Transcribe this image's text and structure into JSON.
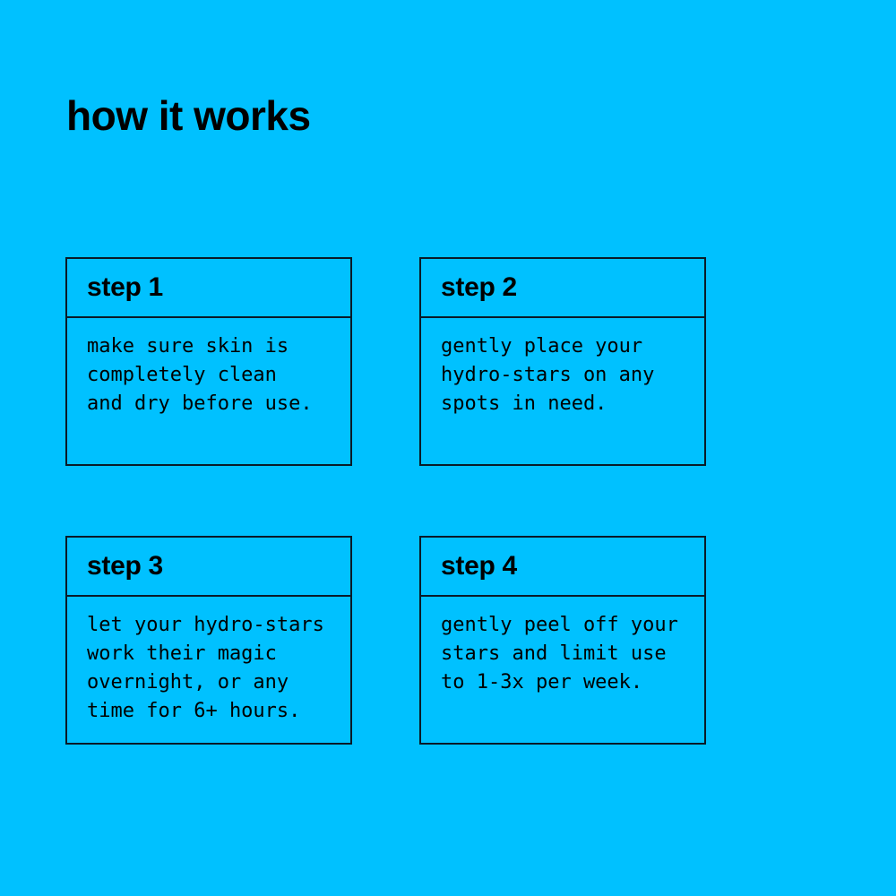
{
  "page": {
    "title": "how it works"
  },
  "colors": {
    "background": "#00c1ff",
    "ink": "#000000",
    "border": "#0a1a28"
  },
  "steps": [
    {
      "label": "step 1",
      "text": "make sure skin is\ncompletely clean\nand dry before use."
    },
    {
      "label": "step 2",
      "text": "gently place your\nhydro-stars on any\nspots in need."
    },
    {
      "label": "step 3",
      "text": "let your hydro-stars\nwork their magic\novernight, or any\ntime for 6+ hours."
    },
    {
      "label": "step 4",
      "text": "gently peel off your\nstars and limit use\nto 1-3x per week."
    }
  ]
}
